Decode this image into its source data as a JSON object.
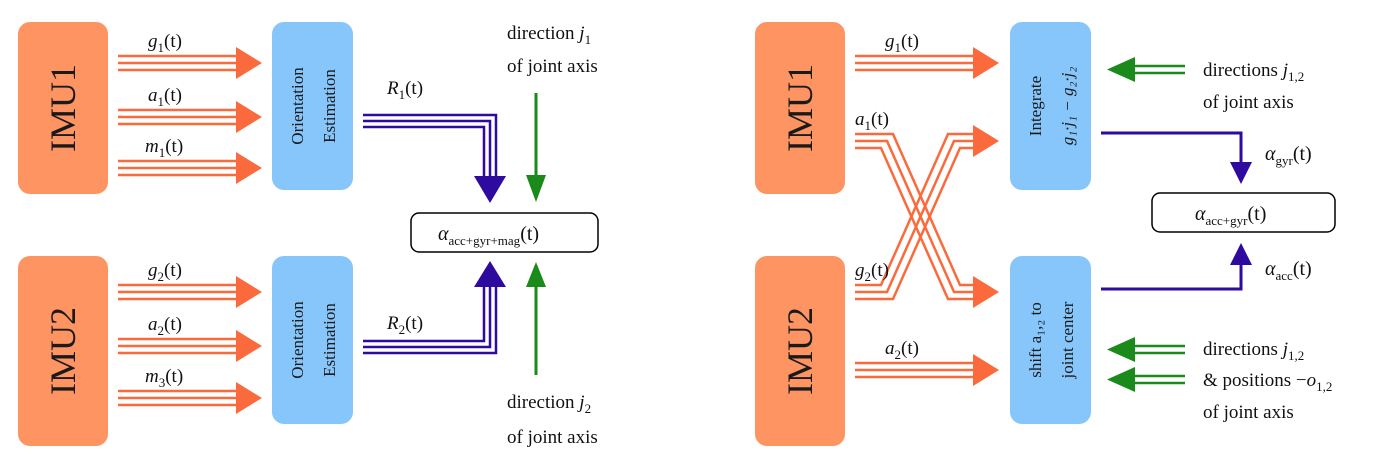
{
  "colors": {
    "imu": "#fd9462",
    "estimator": "#86c6fb",
    "signal_arrow": "#fb6a3c",
    "rotation_arrow": "#2e0a9e",
    "axis_arrow": "#1a8a1a",
    "output_border": "#000000"
  },
  "left": {
    "imu1": "IMU1",
    "imu2": "IMU2",
    "orientation_top": "Orientation",
    "estimation_top": "Estimation",
    "orientation_bottom": "Orientation",
    "estimation_bottom": "Estimation",
    "g1": "g",
    "g1_sub": "1",
    "a1": "a",
    "a1_sub": "1",
    "m1": "m",
    "m1_sub": "1",
    "g2": "g",
    "g2_sub": "2",
    "a2": "a",
    "a2_sub": "2",
    "m3": "m",
    "m3_sub": "3",
    "t_arg": "(t)",
    "R1": "R",
    "R1_sub": "1",
    "R2": "R",
    "R2_sub": "2",
    "dir_j1_a": "direction",
    "dir_j1_sym": "j",
    "dir_j1_sub": "1",
    "dir_j1_b": "of joint axis",
    "dir_j2_a": "direction",
    "dir_j2_sym": "j",
    "dir_j2_sub": "2",
    "dir_j2_b": "of joint axis",
    "output_alpha": "α",
    "output_sub": "acc+gyr+mag",
    "output_arg": "(t)"
  },
  "right": {
    "imu1": "IMU1",
    "imu2": "IMU2",
    "integrate_title": "Integrate",
    "integrate_expr": "g₁·j₁ − g₂·j₂",
    "shift_line1": "shift a₁,₂ to",
    "shift_line2": "joint center",
    "g1": "g",
    "g1_sub": "1",
    "a1": "a",
    "a1_sub": "1",
    "g2": "g",
    "g2_sub": "2",
    "a2": "a",
    "a2_sub": "2",
    "t_arg": "(t)",
    "dirs_top_a": "directions",
    "dirs_top_sym": "j",
    "dirs_top_sub": "1,2",
    "dirs_top_b": "of joint axis",
    "dirs_bot_a": "directions",
    "dirs_bot_sym": "j",
    "dirs_bot_sub": "1,2",
    "pos_bot_a": "& positions −",
    "pos_bot_sym": "o",
    "pos_bot_sub": "1,2",
    "dirs_bot_b": "of joint axis",
    "alpha_gyr": "α",
    "alpha_gyr_sub": "gyr",
    "alpha_acc": "α",
    "alpha_acc_sub": "acc",
    "output_alpha": "α",
    "output_sub": "acc+gyr",
    "output_arg": "(t)"
  }
}
